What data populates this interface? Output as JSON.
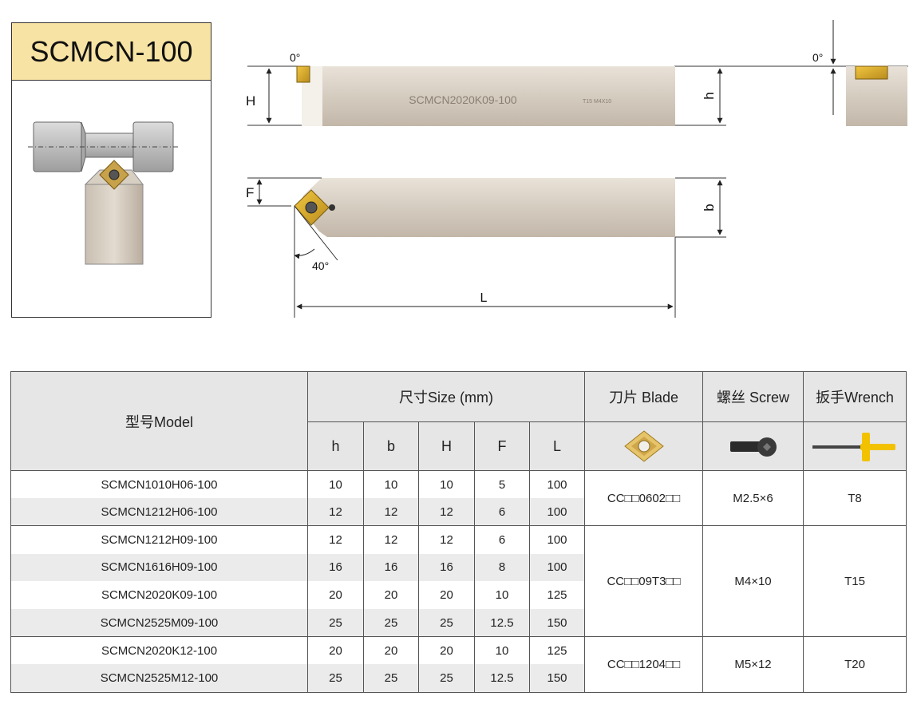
{
  "product": {
    "title": "SCMCN-100"
  },
  "drawing": {
    "angle_top_left": "0°",
    "angle_top_right": "0°",
    "dim_H": "H",
    "dim_h": "h",
    "dim_F": "F",
    "dim_b": "b",
    "dim_L": "L",
    "angle_lead": "40°",
    "shank_marking": "SCMCN2020K09-100",
    "shank_marking_small": "T15  M4X10"
  },
  "table": {
    "model_header": "型号Model",
    "size_header": "尺寸Size (mm)",
    "blade_header": "刀片 Blade",
    "screw_header": "螺丝 Screw",
    "wrench_header": "扳手Wrench",
    "size_columns": [
      "h",
      "b",
      "H",
      "F",
      "L"
    ],
    "rows": [
      {
        "model": "SCMCN1010H06-100",
        "h": "10",
        "b": "10",
        "H": "10",
        "F": "5",
        "L": "100"
      },
      {
        "model": "SCMCN1212H06-100",
        "h": "12",
        "b": "12",
        "H": "12",
        "F": "6",
        "L": "100"
      },
      {
        "model": "SCMCN1212H09-100",
        "h": "12",
        "b": "12",
        "H": "12",
        "F": "6",
        "L": "100"
      },
      {
        "model": "SCMCN1616H09-100",
        "h": "16",
        "b": "16",
        "H": "16",
        "F": "8",
        "L": "100"
      },
      {
        "model": "SCMCN2020K09-100",
        "h": "20",
        "b": "20",
        "H": "20",
        "F": "10",
        "L": "125"
      },
      {
        "model": "SCMCN2525M09-100",
        "h": "25",
        "b": "25",
        "H": "25",
        "F": "12.5",
        "L": "150"
      },
      {
        "model": "SCMCN2020K12-100",
        "h": "20",
        "b": "20",
        "H": "20",
        "F": "10",
        "L": "125"
      },
      {
        "model": "SCMCN2525M12-100",
        "h": "25",
        "b": "25",
        "H": "25",
        "F": "12.5",
        "L": "150"
      }
    ],
    "groups": [
      {
        "blade": "CC□□0602□□",
        "screw": "M2.5×6",
        "wrench": "T8"
      },
      {
        "blade": "CC□□09T3□□",
        "screw": "M4×10",
        "wrench": "T15"
      },
      {
        "blade": "CC□□1204□□",
        "screw": "M5×12",
        "wrench": "T20"
      }
    ]
  }
}
